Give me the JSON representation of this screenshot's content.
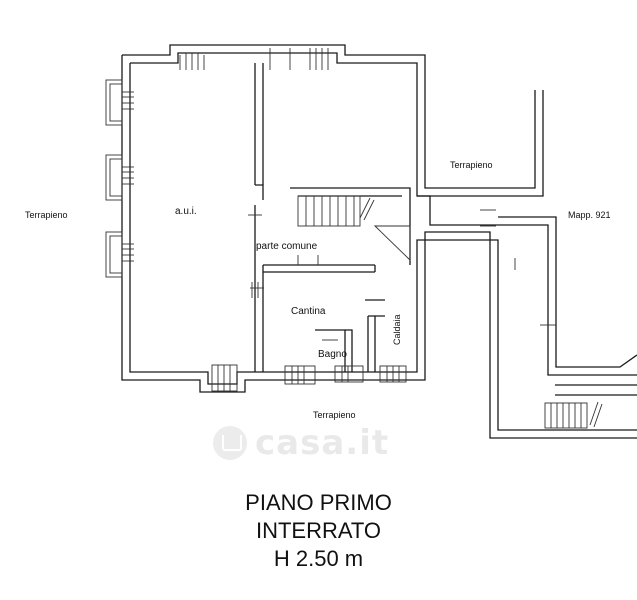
{
  "labels": {
    "aui": "a.u.i.",
    "parte_comune": "parte comune",
    "cantina": "Cantina",
    "bagno": "Bagno",
    "caldaia": "Caldaia",
    "terrapieno_left": "Terrapieno",
    "terrapieno_top": "Terrapieno",
    "terrapieno_bottom": "Terrapieno",
    "mappale": "Mapp. 921"
  },
  "title": {
    "line1": "PIANO PRIMO",
    "line2": "INTERRATO",
    "line3": "H 2.50 m"
  },
  "watermark": "casa.it",
  "colors": {
    "line": "#1a1a1a",
    "background": "#ffffff",
    "watermark": "#e9e9e9"
  }
}
